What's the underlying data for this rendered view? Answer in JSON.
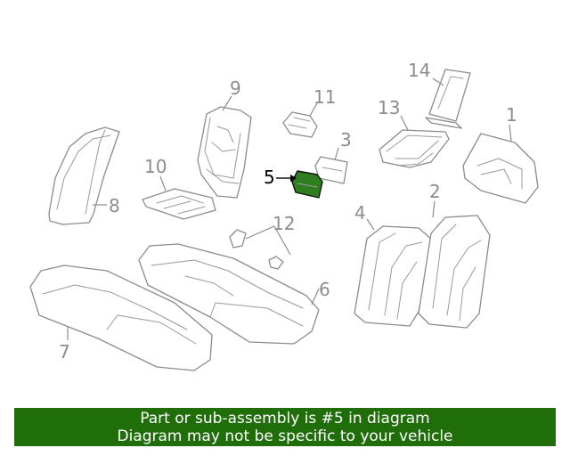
{
  "diagram": {
    "highlight_color": "#2e7d1e",
    "line_color": "#8c8c8c",
    "highlighted_part": "5",
    "callouts": [
      "1",
      "2",
      "3",
      "4",
      "5",
      "6",
      "7",
      "8",
      "9",
      "10",
      "11",
      "12",
      "13",
      "14"
    ]
  },
  "banner": {
    "background": "#1f6e0a",
    "line1": "Part or sub-assembly is #5 in diagram",
    "line2": "Diagram may not be specific to your vehicle"
  }
}
